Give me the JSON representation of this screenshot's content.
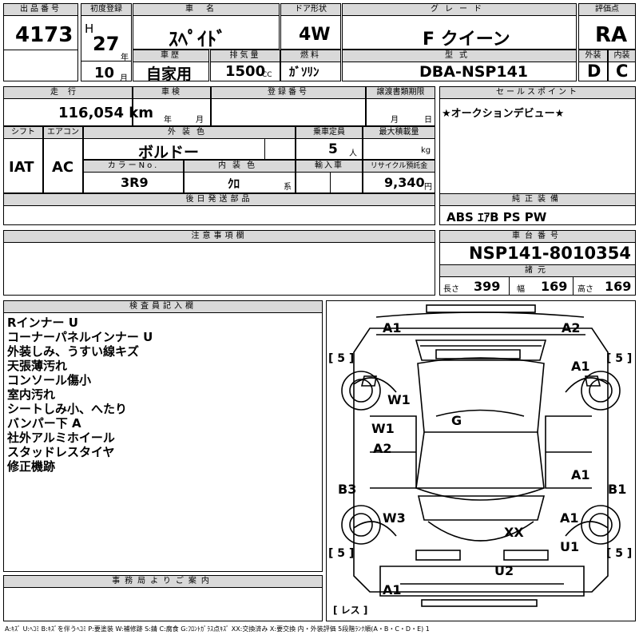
{
  "sheet": {
    "lot": {
      "label": "出品番号",
      "value": "4173"
    },
    "first_reg": {
      "label": "初度登録",
      "era": "H",
      "year": "27",
      "year_unit": "年",
      "month": "10",
      "month_unit": "月"
    },
    "car_name": {
      "label": "車名",
      "value": "ｽﾍﾟｲﾄﾞ"
    },
    "door": {
      "label": "ドア形状",
      "value": "4W"
    },
    "grade": {
      "label": "グレード",
      "value": "F クイーン"
    },
    "score": {
      "label": "評価点",
      "value": "RA"
    },
    "history": {
      "label": "車歴",
      "value": "自家用"
    },
    "displacement": {
      "label": "排気量",
      "value": "1500",
      "unit": "CC"
    },
    "fuel": {
      "label": "燃料",
      "value": "ｶﾞｿﾘﾝ"
    },
    "model": {
      "label": "型式",
      "value": "DBA-NSP141"
    },
    "exterior_grade": {
      "label": "外装",
      "value": "D"
    },
    "interior_grade": {
      "label": "内装",
      "value": "C"
    },
    "mileage": {
      "label": "走行",
      "value": "116,054 km"
    },
    "inspection": {
      "label": "車検",
      "year_unit": "年",
      "month_unit": "月"
    },
    "reg_no": {
      "label": "登録番号"
    },
    "transfer_deadline": {
      "label": "譲渡書類期限",
      "month_unit": "月",
      "day_unit": "日"
    },
    "sales_point": {
      "label": "セールスポイント",
      "value": "★オークションデビュー★"
    },
    "shift": {
      "label": "シフト",
      "value": "IAT"
    },
    "ac": {
      "label": "エアコン",
      "value": "AC"
    },
    "exterior_color": {
      "label": "外装色",
      "value": "ボルドー"
    },
    "capacity": {
      "label": "乗車定員",
      "value": "5",
      "unit": "人"
    },
    "max_load": {
      "label": "最大積載量",
      "unit": "kg"
    },
    "color_no": {
      "label": "カラーNo.",
      "value": "3R9"
    },
    "interior_color": {
      "label": "内装色",
      "value": "ｸﾛ",
      "unit": "系"
    },
    "import": {
      "label": "輸入車"
    },
    "recycle": {
      "label": "リサイクル預託金",
      "value": "9,340",
      "unit": "円"
    },
    "later_parts": {
      "label": "後日発送部品"
    },
    "equipment": {
      "label": "純正装備",
      "value": "ABS ｴｱB PS PW"
    },
    "notes": {
      "label": "注意事項欄"
    },
    "chassis": {
      "label": "車台番号",
      "value": "NSP141-8010354"
    },
    "specs": {
      "label": "諸元",
      "length_label": "長さ",
      "length": "399",
      "width_label": "幅",
      "width": "169",
      "height_label": "高さ",
      "height": "169"
    },
    "inspector": {
      "label": "検査員記入欄",
      "lines": [
        "Rインナー U",
        "コーナーパネルインナー U",
        "外装しみ、うすい線キズ",
        "天張薄汚れ",
        "コンソール傷小",
        "室内汚れ",
        "シートしみ小、へたり",
        "バンパー下 A",
        "社外アルミホイール",
        "スタッドレスタイヤ",
        "修正機跡"
      ]
    },
    "office": {
      "label": "事務局よりご案内"
    },
    "legend": "A:ｷｽﾞ U:ﾍｺﾐ B:ｷｽﾞを伴うﾍｺﾐ P:要塗装 W:補修跡 S:錆 C:腐食 G:ﾌﾛﾝﾄｶﾞﾗｽ点ｷｽﾞ XX:交換済み X:要交換 内・外装評価 5段階ﾗﾝｸ順(A・B・C・D・E) 1",
    "diagram": {
      "tyre_fl": "[ 5 ]",
      "tyre_fr": "[ 5 ]",
      "tyre_rl": "[ 5 ]",
      "tyre_rr": "[ 5 ]",
      "spare": "[ レス ]",
      "marks": [
        "A1",
        "A2",
        "A1",
        "W1",
        "W1",
        "A2",
        "G",
        "A1",
        "B3",
        "B1",
        "W3",
        "A1",
        "XX",
        "U1",
        "U2",
        "A1"
      ]
    }
  }
}
